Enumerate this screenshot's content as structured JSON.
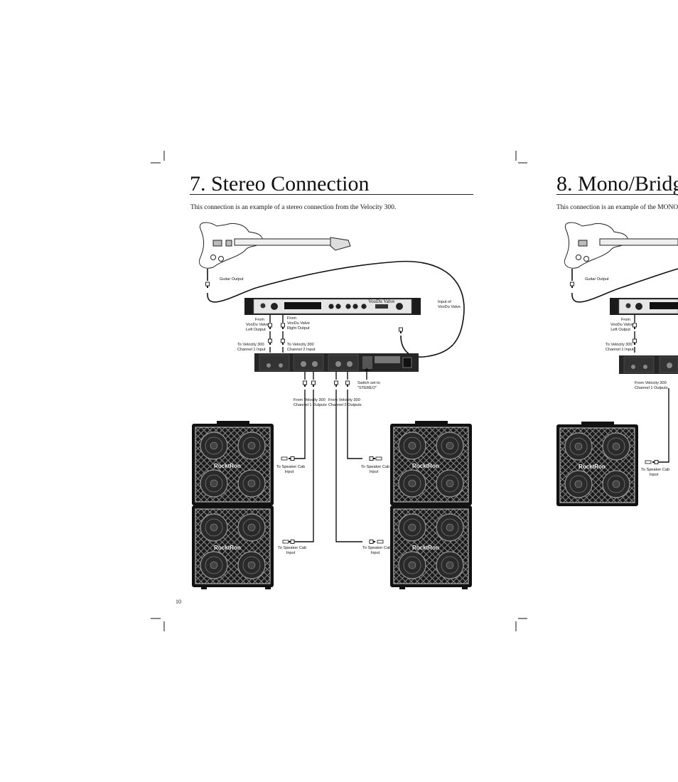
{
  "page_left": {
    "title": "7. Stereo Connection",
    "intro": "This connection is an example of a stereo connection from the Velocity 300.",
    "page_number": "10",
    "labels": {
      "guitar_output": "Guitar Output",
      "input_voodu": [
        "Input of",
        "VooDu Valve"
      ],
      "from_left": [
        "From",
        "VooDu Valve",
        "Left Output"
      ],
      "from_right": [
        "From",
        "VooDu Valve",
        "Right Output"
      ],
      "to_ch1": [
        "To Velocity 300",
        "Channel 1 Input"
      ],
      "to_ch2": [
        "To Velocity 300",
        "Channel 2 Input"
      ],
      "switch": [
        "Switch set to",
        "\"STEREO\""
      ],
      "from_ch1_out": [
        "From Velocity 300",
        "Channel 1 Outputs"
      ],
      "from_ch2_out": [
        "From Velocity 300",
        "Channel 2 Outputs"
      ],
      "to_cab": [
        "To Speaker Cab",
        "Input"
      ]
    },
    "brand": "RocktRon",
    "device_name": "VooDu Valve"
  },
  "page_right": {
    "title": "8. Mono/Bridg",
    "intro": "This connection is an example of the MONO",
    "labels": {
      "guitar_output": "Guitar Output",
      "from_left": [
        "From",
        "VooDu Valve",
        "Left Output"
      ],
      "to_ch1": [
        "To Velocity 300",
        "Channel 1 Input"
      ],
      "from_ch1_out": [
        "From Velocity 300",
        "Channel 1 Outputs"
      ],
      "to_cab": [
        "To Speaker Cab",
        "Input"
      ]
    },
    "brand": "RocktRon"
  }
}
